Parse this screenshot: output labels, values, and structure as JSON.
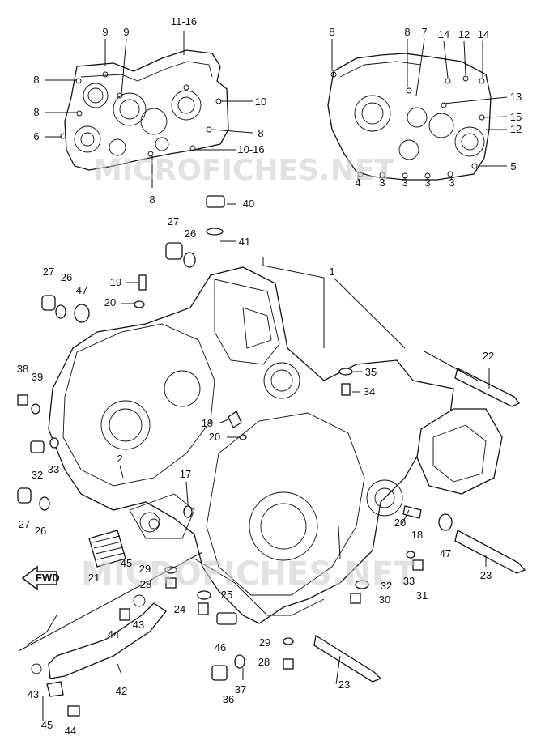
{
  "watermarks": [
    "MICROFICHES.NET",
    "MICROFICHES.NET"
  ],
  "fwd_badge": "FWD",
  "callouts": [
    "11-16",
    "9",
    "9",
    "8",
    "10",
    "8",
    "6",
    "8",
    "10-16",
    "8",
    "8",
    "8",
    "7",
    "14",
    "12",
    "14",
    "13",
    "15",
    "12",
    "5",
    "4",
    "3",
    "3",
    "3",
    "3",
    "27",
    "26",
    "40",
    "41",
    "1",
    "27",
    "26",
    "47",
    "19",
    "20",
    "22",
    "35",
    "34",
    "38",
    "39",
    "19",
    "20",
    "32",
    "33",
    "2",
    "17",
    "27",
    "26",
    "20",
    "18",
    "47",
    "23",
    "45",
    "21",
    "28",
    "29",
    "33",
    "31",
    "32",
    "30",
    "25",
    "24",
    "43",
    "44",
    "46",
    "29",
    "28",
    "42",
    "43",
    "37",
    "36",
    "23",
    "45",
    "44"
  ]
}
